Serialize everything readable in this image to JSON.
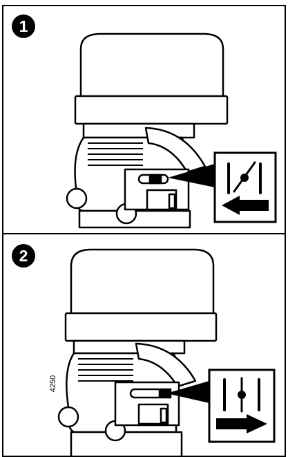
{
  "panels": [
    {
      "step_number": "1"
    },
    {
      "step_number": "2"
    }
  ],
  "figure_code": "4250",
  "icons": {
    "panel1_symbol": "valve-open-lever-icon",
    "panel1_arrow": "arrow-left-icon",
    "panel2_symbol": "valve-closed-lever-icon",
    "panel2_arrow": "arrow-right-icon"
  },
  "colors": {
    "ink": "#000000",
    "paper": "#ffffff"
  }
}
